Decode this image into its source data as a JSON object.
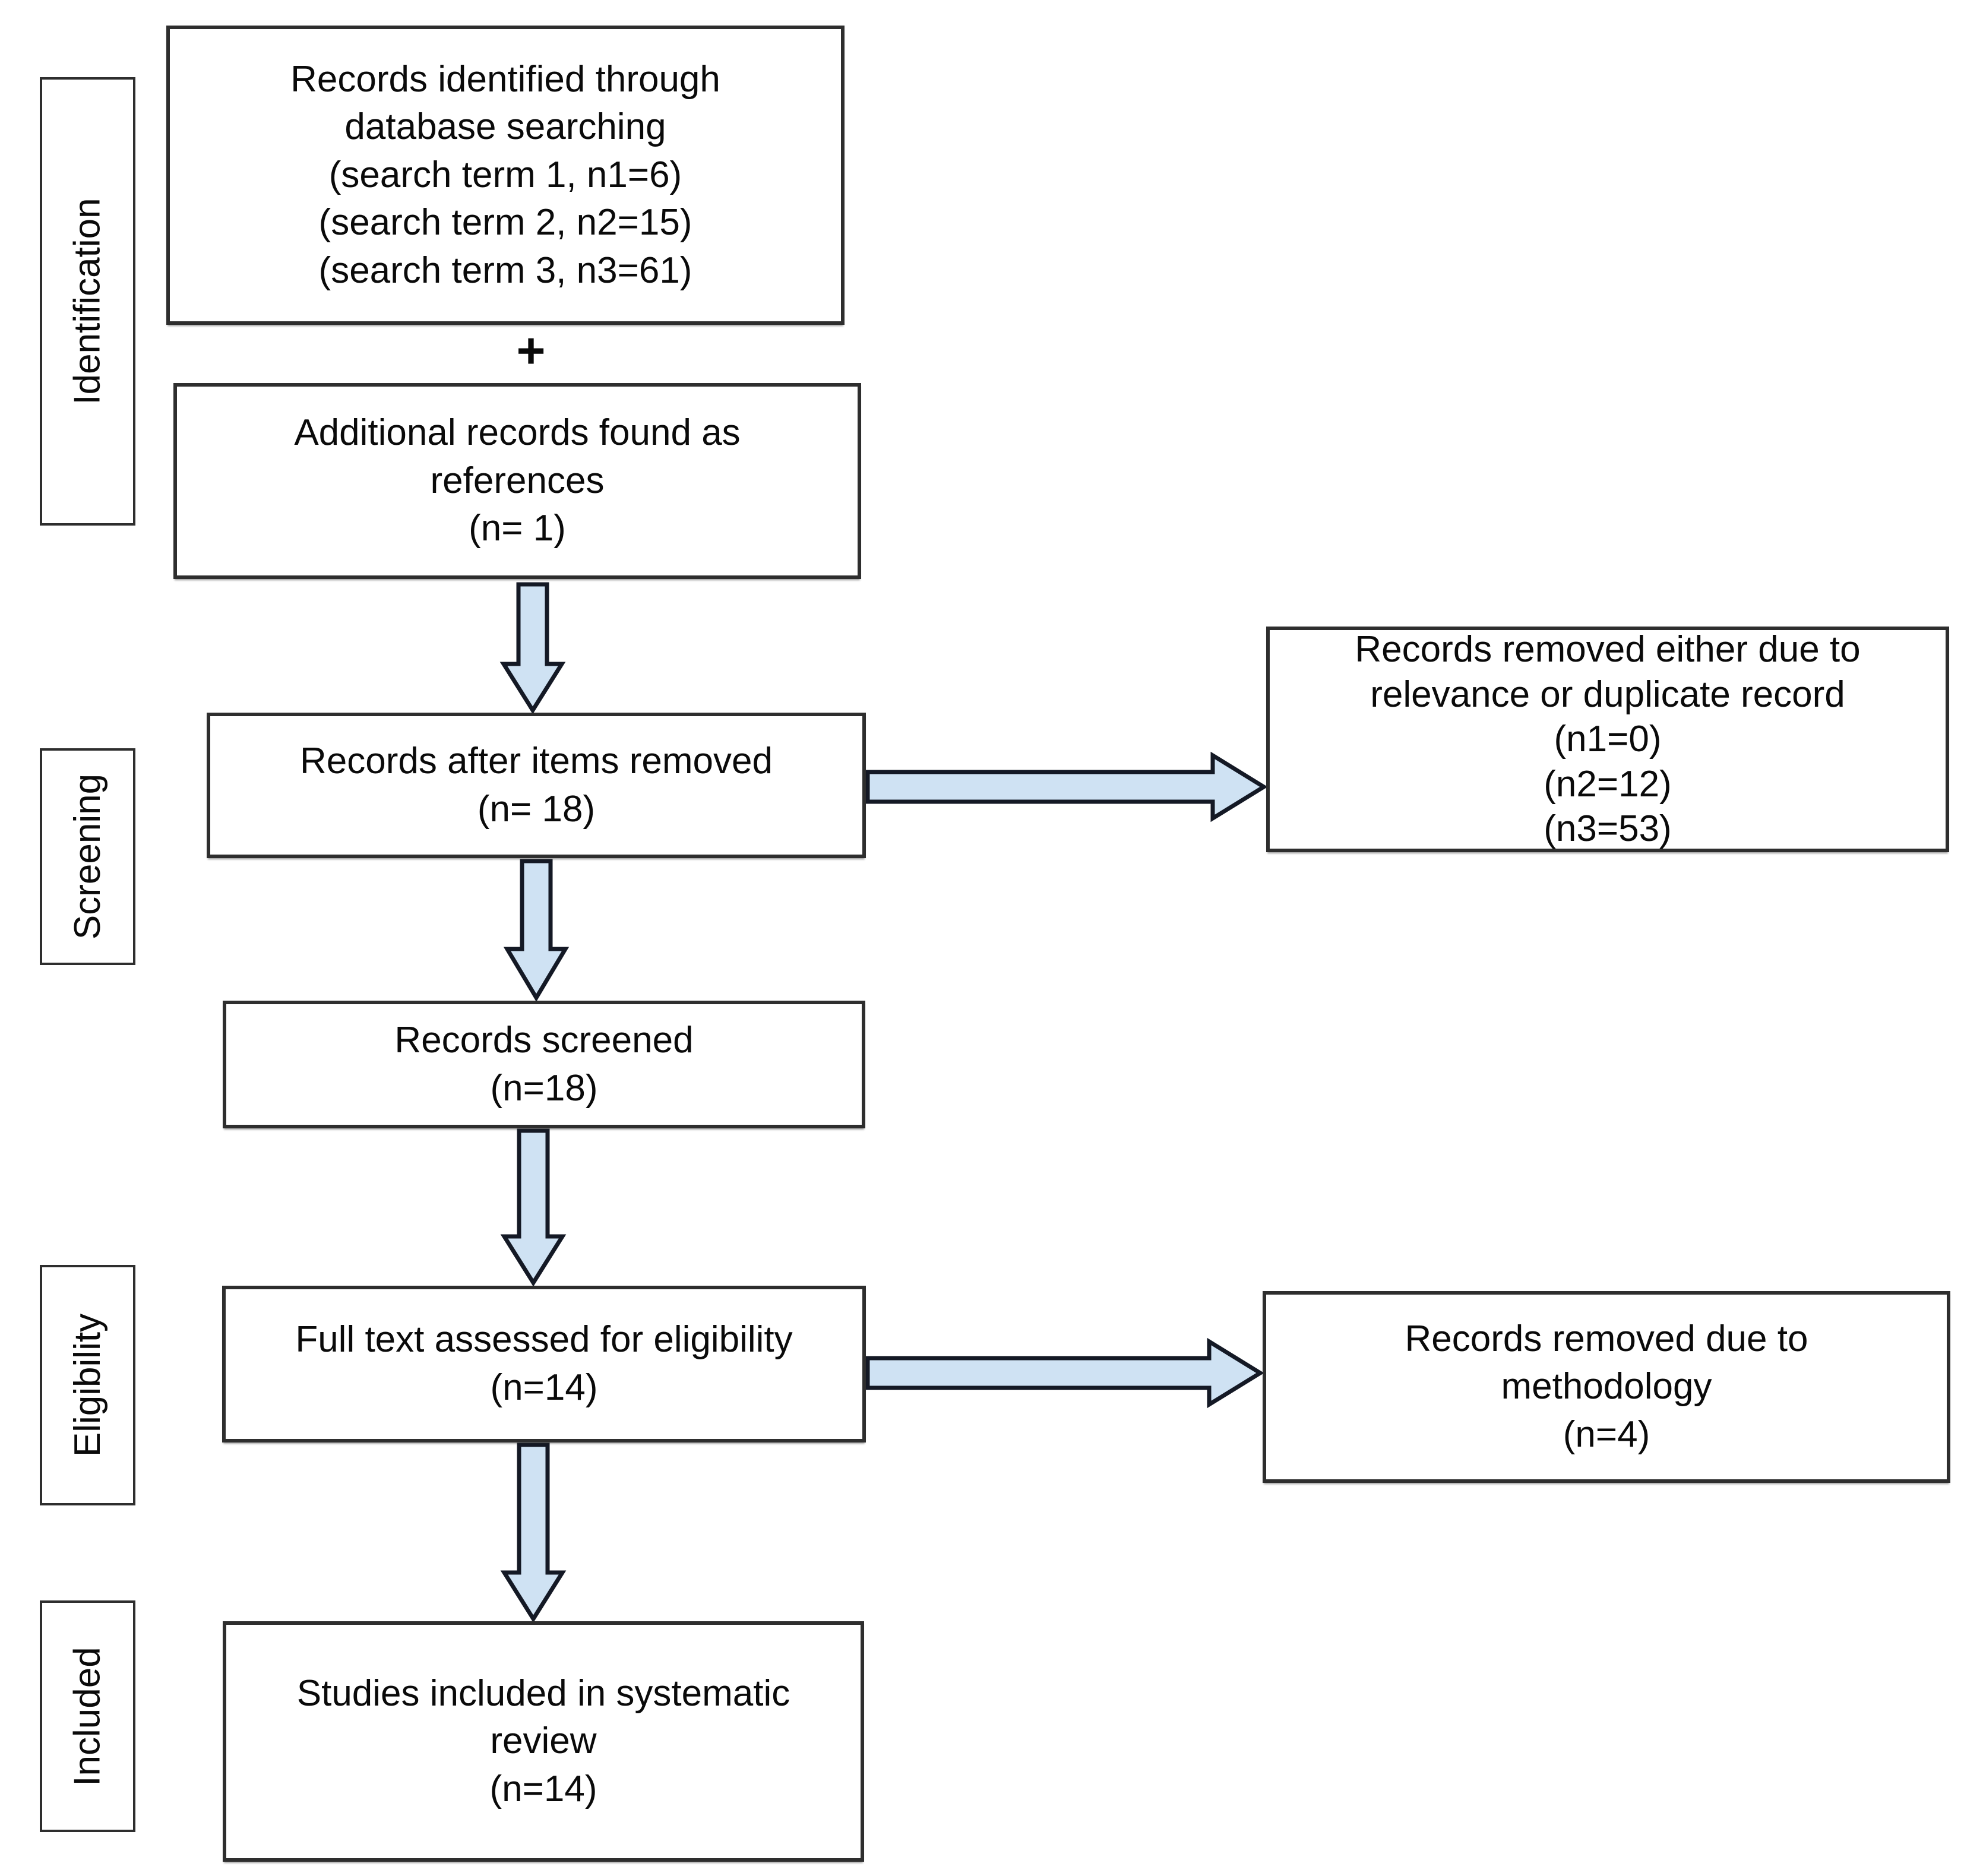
{
  "diagram": {
    "plus_sign": "+",
    "stages": [
      {
        "id": "identification",
        "label": "Identification"
      },
      {
        "id": "screening",
        "label": "Screening"
      },
      {
        "id": "eligibility",
        "label": "Eligibility"
      },
      {
        "id": "included",
        "label": "Included"
      }
    ],
    "boxes": {
      "identified": {
        "lines": [
          "Records identified through",
          "database searching",
          "(search term 1, n1=6)",
          "(search term 2, n2=15)",
          "(search term 3, n3=61)"
        ]
      },
      "additional": {
        "lines": [
          "Additional records found as",
          "references",
          "(n= 1)"
        ]
      },
      "after_removed": {
        "lines": [
          "Records after items removed",
          "(n= 18)"
        ]
      },
      "removed_relevance": {
        "lines": [
          "Records removed either due to",
          "relevance or duplicate record",
          "(n1=0)",
          "(n2=12)",
          "(n3=53)"
        ]
      },
      "screened": {
        "lines": [
          "Records screened",
          "(n=18)"
        ]
      },
      "full_text": {
        "lines": [
          "Full text assessed for eligibility",
          "(n=14)"
        ]
      },
      "removed_methodology": {
        "lines": [
          "Records removed due to",
          "methodology",
          "(n=4)"
        ]
      },
      "included_review": {
        "lines": [
          "Studies included in systematic",
          "review",
          "(n=14)"
        ]
      }
    },
    "colors": {
      "background": "#ffffff",
      "text": "#0a0a0a",
      "box_border": "#2e2e2e",
      "arrow_fill": "#cfe2f3",
      "arrow_stroke": "#141925"
    }
  }
}
